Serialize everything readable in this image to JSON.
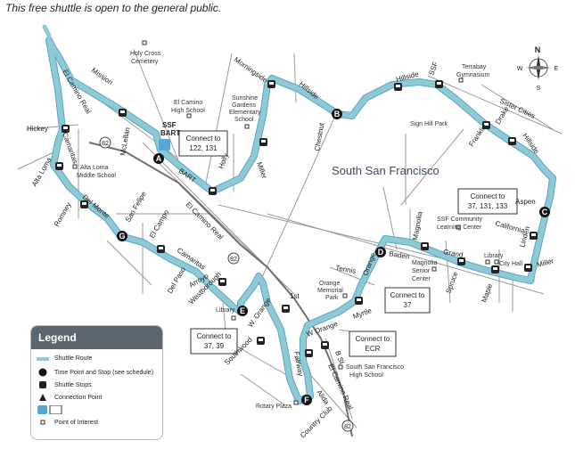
{
  "caption": "This free shuttle is open to the general public.",
  "colors": {
    "route": "#8ec9d8",
    "route_edge": "#5aa7bd",
    "streets": "#9a9a9a",
    "freeway": "#6f6f6f",
    "legend_header": "#5b6670"
  },
  "city_label": "South San Francisco",
  "compass": {
    "n": "N",
    "s": "S",
    "e": "E",
    "w": "W"
  },
  "time_points": [
    "A",
    "B",
    "C",
    "D",
    "E",
    "F",
    "G"
  ],
  "connections": [
    {
      "id": "122-131",
      "line1": "Connect to",
      "line2": "122, 131"
    },
    {
      "id": "37-131-133",
      "line1": "Connect to",
      "line2": "37, 131, 133"
    },
    {
      "id": "37-d",
      "line1": "Connect to",
      "line2": "37"
    },
    {
      "id": "ecr",
      "line1": "Connect to",
      "line2": "ECR"
    },
    {
      "id": "37-39",
      "line1": "Connect to",
      "line2": "37, 39"
    }
  ],
  "bart_label_1": "SSF",
  "bart_label_2": "BART",
  "highway_shields": [
    "82",
    "82",
    "82"
  ],
  "streets": {
    "el_camino_real_1": "El Camino Real",
    "el_camino_real_2": "El Camino Real",
    "el_camino_real_3": "El Camino Real",
    "mission": "Mission",
    "hickey": "Hickey",
    "camaritas": "Camaritas",
    "alta_loma": "Alta Loma",
    "romney": "Romney",
    "del_monte": "Del Monte",
    "mclellan": "McLellan",
    "bart": "BART",
    "san_felipe": "San Felipe",
    "el_campo": "El Campo",
    "camaritas_2": "Camaritas",
    "del_paso": "Del Paso",
    "arroyo": "Arroyo",
    "westborough": "Westborough",
    "holly": "Holly",
    "miller": "Miller",
    "morningside": "Morningside",
    "hillside_1": "Hillside",
    "hillside_2": "Hillside",
    "hillside_3": "Hillside",
    "ssf": "SSF",
    "chestnut": "Chestnut",
    "franklin": "Franklin",
    "drake": "Drake",
    "sister_cities": "Sister Cities",
    "aspen": "Aspen",
    "california": "California",
    "linden": "Linden",
    "miller_2": "Miller",
    "maple": "Maple",
    "spruce": "Spruce",
    "grand": "Grand",
    "baden": "Baden",
    "magnolia": "Magnolia",
    "orange": "Orange",
    "tennis": "Tennis",
    "myrtle": "Myrtle",
    "w_orange": "W Orange",
    "w_orange_2": "W. Orange",
    "first": "1st",
    "southwood": "Southwood",
    "fairway": "Fairway",
    "b_st": "B St.",
    "alida": "Alida",
    "country_club": "Country Club"
  },
  "pois": {
    "holy_cross": [
      "Holy Cross",
      "Cemetery"
    ],
    "el_camino_hs": [
      "El Camino",
      "High School"
    ],
    "sunshine": [
      "Sunshine",
      "Gardens",
      "Elementary",
      "School"
    ],
    "alta_loma_ms": [
      "Alta Loma",
      "Middle School"
    ],
    "terrabay": [
      "Terrabay",
      "Gymnasium"
    ],
    "sign_hill": [
      "Sign Hill Park"
    ],
    "ssf_clc": [
      "SSF Community",
      "Learning Center"
    ],
    "library_1": [
      "Library"
    ],
    "city_hall": [
      "City Hall"
    ],
    "magnolia_sc": [
      "Magnolia",
      "Senior",
      "Center"
    ],
    "orange_park": [
      "Orange",
      "Memorial",
      "Park"
    ],
    "library_2": [
      "Library"
    ],
    "ssf_hs": [
      "South San Francisco",
      "High School"
    ],
    "rotary": [
      "Rotary Plaza"
    ]
  },
  "legend": {
    "title": "Legend",
    "items": [
      {
        "icon": "route-line-icon",
        "label": "Shuttle Route"
      },
      {
        "icon": "time-point-icon",
        "label": "Time Point and Stop (see schedule)"
      },
      {
        "icon": "bus-stop-icon",
        "label": "Shuttle Stops"
      },
      {
        "icon": "connection-triangle-icon",
        "label": "Connection Point"
      },
      {
        "icon": "bart-train-icon",
        "label": ""
      },
      {
        "icon": "poi-square-icon",
        "label": "Point of Interest"
      }
    ]
  }
}
